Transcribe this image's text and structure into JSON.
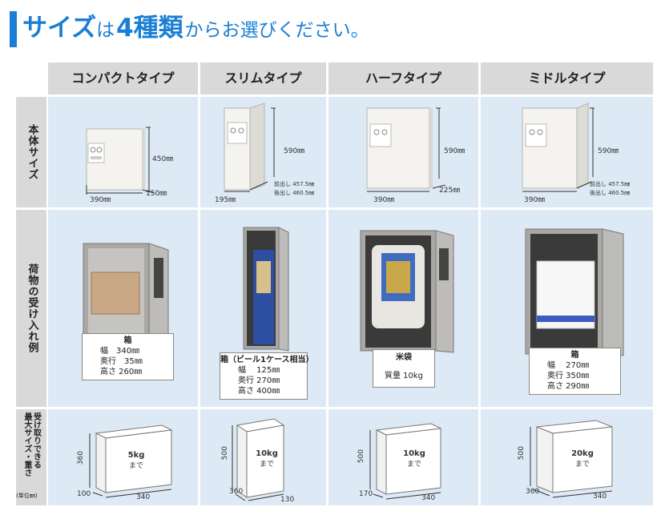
{
  "title": {
    "part1": "サイズ",
    "part2": "は",
    "part3": "4種類",
    "part4": "からお選びください。"
  },
  "columns": [
    "コンパクトタイプ",
    "スリムタイプ",
    "ハーフタイプ",
    "ミドルタイプ"
  ],
  "rows": {
    "body_size": "本体サイズ",
    "examples": "荷物の受け入れ例",
    "max_size_line1": "受け取りできる",
    "max_size_line2": "最大サイズ・重さ",
    "unit_note": "(単位㎜)"
  },
  "body_dims": {
    "compact": {
      "height": "450㎜",
      "width": "390㎜",
      "depth": "150㎜"
    },
    "slim": {
      "height": "590㎜",
      "width": "195㎜",
      "depth1": "前出し 457.5㎜",
      "depth2": "後出し 460.5㎜"
    },
    "half": {
      "height": "590㎜",
      "width": "390㎜",
      "depth": "225㎜"
    },
    "middle": {
      "height": "590㎜",
      "width": "390㎜",
      "depth1": "前出し 457.5㎜",
      "depth2": "後出し 460.5㎜"
    }
  },
  "examples": {
    "compact": {
      "title": "箱",
      "lines": [
        "幅　340㎜",
        "奥行　35㎜",
        "高さ 260㎜"
      ]
    },
    "slim": {
      "title": "箱（ビール1ケース相当）",
      "lines": [
        "幅　 125㎜",
        "奥行 270㎜",
        "高さ 400㎜"
      ]
    },
    "half": {
      "title": "米袋",
      "lines": [
        "質量 10kg"
      ]
    },
    "middle": {
      "title": "箱",
      "lines": [
        "幅　 270㎜",
        "奥行 350㎜",
        "高さ 290㎜"
      ]
    }
  },
  "max": {
    "compact": {
      "h": "360",
      "d": "100",
      "w": "340",
      "weight1": "5kg",
      "weight2": "まで"
    },
    "slim": {
      "h": "500",
      "d": "360",
      "w": "130",
      "weight1": "10kg",
      "weight2": "まで"
    },
    "half": {
      "h": "500",
      "d": "170",
      "w": "340",
      "weight1": "10kg",
      "weight2": "まで"
    },
    "middle": {
      "h": "500",
      "d": "360",
      "w": "340",
      "weight1": "20kg",
      "weight2": "まで"
    }
  },
  "colors": {
    "accent": "#1a7fd4",
    "header_gray": "#d9d9d9",
    "cell_blue": "#dde9f4"
  }
}
